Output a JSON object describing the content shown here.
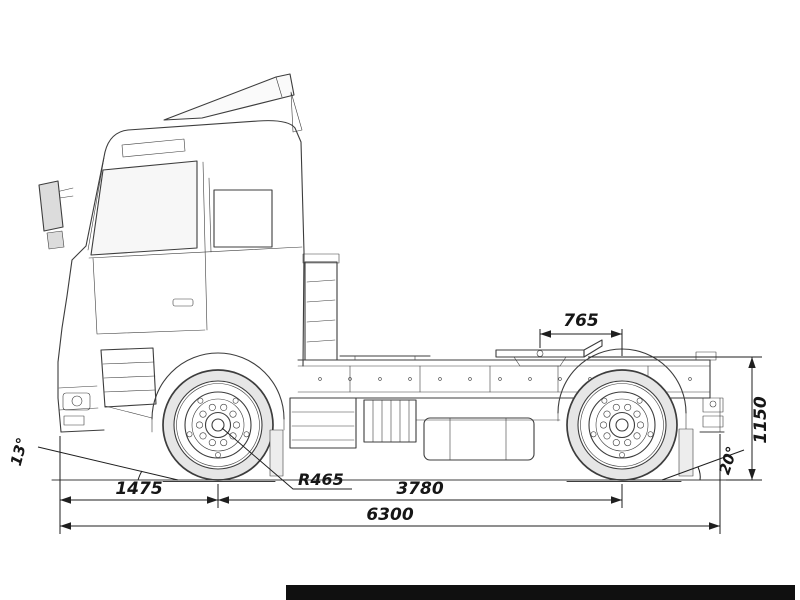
{
  "colors": {
    "background": "#ffffff",
    "line": "#3d3d3d",
    "dimension_line": "#1f1f1f",
    "text": "#161616",
    "bottom_strip": "#101010"
  },
  "labels": {
    "fifth_wheel_offset": "765",
    "fifth_wheel_height": "1150",
    "front_overhang": "1475",
    "wheelbase": "3780",
    "overall_length": "6300",
    "wheel_radius": "R465",
    "approach_angle": "13°",
    "departure_angle": "20°"
  }
}
